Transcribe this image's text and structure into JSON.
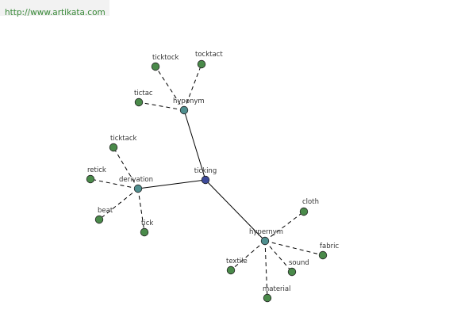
{
  "site": {
    "url": "http://www.artikata.com"
  },
  "colors": {
    "root": "#3d4a9a",
    "category": "#4f8f8f",
    "leaf": "#4a8a4a"
  },
  "graph": {
    "root": "ticking",
    "nodes": [
      {
        "id": "ticking",
        "label": "ticking",
        "kind": "root"
      },
      {
        "id": "hyponym",
        "label": "hyponym",
        "kind": "category"
      },
      {
        "id": "derivation",
        "label": "derivation",
        "kind": "category"
      },
      {
        "id": "hypernym",
        "label": "hypernym",
        "kind": "category"
      },
      {
        "id": "ticktock",
        "label": "ticktock",
        "kind": "leaf"
      },
      {
        "id": "tocktact",
        "label": "tocktact",
        "kind": "leaf"
      },
      {
        "id": "tictac",
        "label": "tictac",
        "kind": "leaf"
      },
      {
        "id": "ticktack",
        "label": "ticktack",
        "kind": "leaf"
      },
      {
        "id": "retick",
        "label": "retick",
        "kind": "leaf"
      },
      {
        "id": "beat",
        "label": "beat",
        "kind": "leaf"
      },
      {
        "id": "tick",
        "label": "tick",
        "kind": "leaf"
      },
      {
        "id": "cloth",
        "label": "cloth",
        "kind": "leaf"
      },
      {
        "id": "fabric",
        "label": "fabric",
        "kind": "leaf"
      },
      {
        "id": "textile",
        "label": "textile",
        "kind": "leaf"
      },
      {
        "id": "sound",
        "label": "sound",
        "kind": "leaf"
      },
      {
        "id": "material",
        "label": "material",
        "kind": "leaf"
      }
    ],
    "edges": [
      {
        "from": "ticking",
        "to": "hyponym",
        "style": "solid"
      },
      {
        "from": "ticking",
        "to": "derivation",
        "style": "solid"
      },
      {
        "from": "ticking",
        "to": "hypernym",
        "style": "solid"
      },
      {
        "from": "hyponym",
        "to": "ticktock",
        "style": "dashed"
      },
      {
        "from": "hyponym",
        "to": "tocktact",
        "style": "dashed"
      },
      {
        "from": "hyponym",
        "to": "tictac",
        "style": "dashed"
      },
      {
        "from": "derivation",
        "to": "ticktack",
        "style": "dashed"
      },
      {
        "from": "derivation",
        "to": "retick",
        "style": "dashed"
      },
      {
        "from": "derivation",
        "to": "beat",
        "style": "dashed"
      },
      {
        "from": "derivation",
        "to": "tick",
        "style": "dashed"
      },
      {
        "from": "hypernym",
        "to": "cloth",
        "style": "dashed"
      },
      {
        "from": "hypernym",
        "to": "fabric",
        "style": "dashed"
      },
      {
        "from": "hypernym",
        "to": "textile",
        "style": "dashed"
      },
      {
        "from": "hypernym",
        "to": "sound",
        "style": "dashed"
      },
      {
        "from": "hypernym",
        "to": "material",
        "style": "dashed"
      }
    ]
  }
}
